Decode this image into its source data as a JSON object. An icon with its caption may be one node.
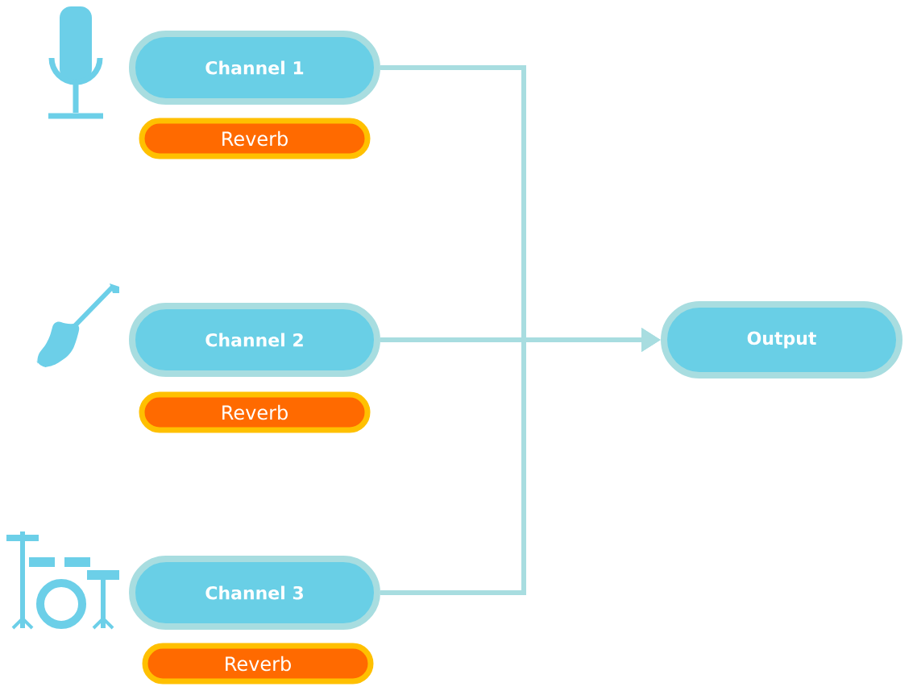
{
  "diagram": {
    "nodes": [
      {
        "text": [
          "Channel 1"
        ]
      },
      {
        "text": [
          "Reverb"
        ]
      },
      {
        "text": [
          "Channel 2"
        ]
      },
      {
        "text": [
          "Reverb"
        ]
      },
      {
        "text": [
          "Channel 3"
        ]
      },
      {
        "text": [
          "Reverb"
        ]
      },
      {
        "text": [
          "Output"
        ]
      }
    ],
    "edges": [
      {
        "from": 0,
        "to": 6,
        "arrow": "to"
      },
      {
        "from": 2,
        "to": 6,
        "arrow": "to"
      },
      {
        "from": 4,
        "to": 6,
        "arrow": "to"
      }
    ]
  }
}
